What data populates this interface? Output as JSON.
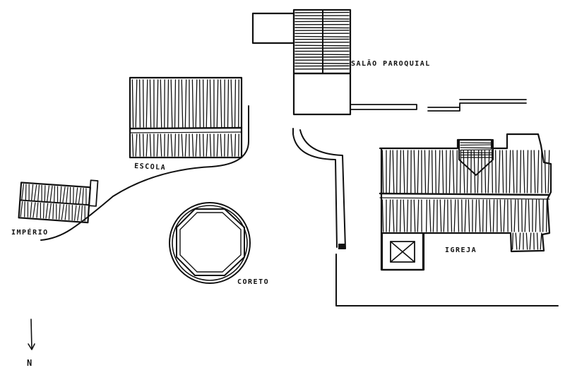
{
  "labels": {
    "salao": "SALÃO PAROQUIAL",
    "escola": "ESCOLA",
    "imperio": "IMPÉRIO",
    "coreto": "CORETO",
    "igreja": "IGREJA"
  },
  "north": "N",
  "ink_color": "#111111",
  "paper_color": "#ffffff"
}
